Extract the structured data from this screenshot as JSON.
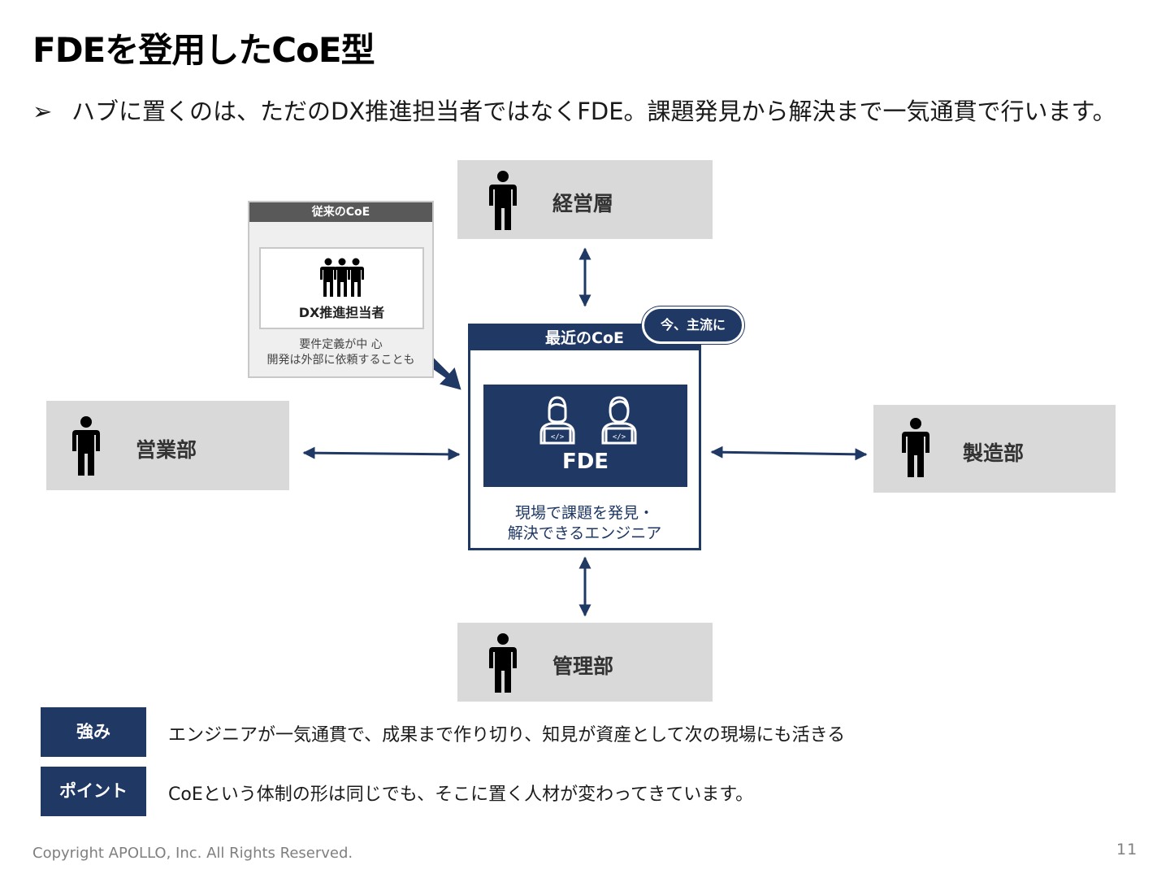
{
  "title": "FDEを登用したCoE型",
  "subtitle": "ハブに置くのは、ただのDX推進担当者ではなくFDE。課題発見から解決まで一気通貫で行います。",
  "departments": {
    "top": "経営層",
    "left": "営業部",
    "right": "製造部",
    "bottom": "管理部"
  },
  "old_coe": {
    "header": "従来のCoE",
    "role": "DX推進担当者",
    "desc_line1": "要件定義が中 心",
    "desc_line2": "開発は外部に依頼することも"
  },
  "new_coe": {
    "header": "最近のCoE",
    "badge": "今、主流に",
    "fde_label": "FDE",
    "desc_line1": "現場で課題を発見・",
    "desc_line2": "解決できるエンジニア"
  },
  "points": [
    {
      "tag": "強み",
      "text": "エンジニアが一気通貫で、成果まで作り切り、知見が資産として次の現場にも活きる"
    },
    {
      "tag": "ポイント",
      "text": "CoEという体制の形は同じでも、そこに置く人材が変わってきています。"
    }
  ],
  "footer": {
    "copyright": "Copyright APOLLO, Inc. All Rights Reserved.",
    "page_number": "11"
  },
  "colors": {
    "navy": "#1f3864",
    "box_gray": "#d9d9d9",
    "old_header": "#595959"
  },
  "icons": [
    "person-icon",
    "group-icon",
    "engineer-icon",
    "diagonal-arrow-icon"
  ]
}
